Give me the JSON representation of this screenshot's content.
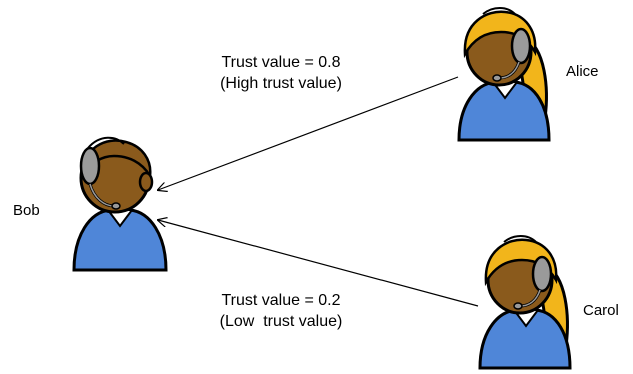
{
  "people": {
    "bob": {
      "name": "Bob",
      "icon": "person-headset-icon"
    },
    "alice": {
      "name": "Alice",
      "icon": "person-headset-icon"
    },
    "carol": {
      "name": "Carol",
      "icon": "person-headset-icon"
    }
  },
  "edges": {
    "alice_to_bob": {
      "line1": "Trust value = 0.8",
      "line2": "(High trust value)"
    },
    "carol_to_bob": {
      "line1": "Trust value = 0.2",
      "line2": "(Low  trust value)"
    }
  },
  "colors": {
    "skin": "#8a5a1c",
    "hair_bob": "#8a5a1c",
    "hair_women": "#f2b51b",
    "shirt": "#4f86d8",
    "headset": "#9a9a9a",
    "outline": "#000000"
  }
}
